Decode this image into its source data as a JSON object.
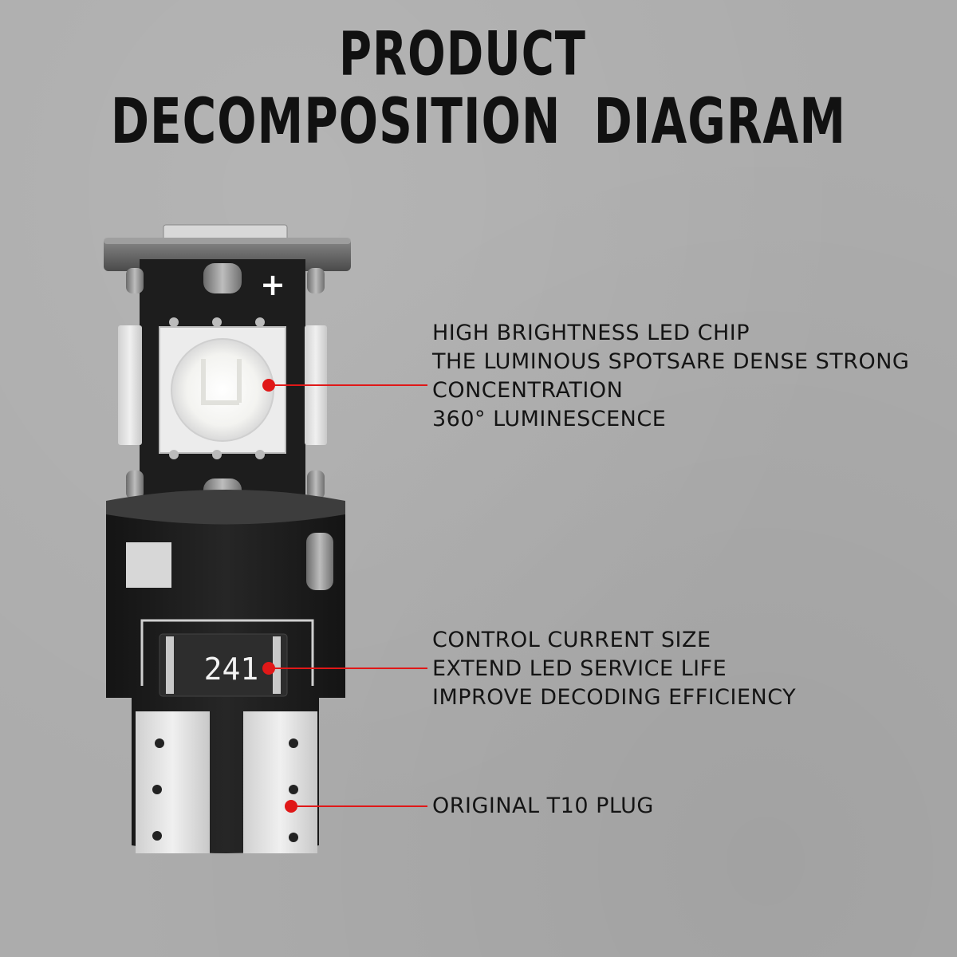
{
  "title": {
    "line1": "PRODUCT",
    "line2": "DECOMPOSITION  DIAGRAM"
  },
  "callouts": [
    {
      "lines": [
        "HIGH BRIGHTNESS LED CHIP",
        "THE LUMINOUS SPOTSARE DENSE STRONG",
        "CONCENTRATION",
        "360° LUMINESCENCE"
      ]
    },
    {
      "lines": [
        "CONTROL CURRENT SIZE",
        "EXTEND LED SERVICE LIFE",
        "IMPROVE DECODING EFFICIENCY"
      ]
    },
    {
      "lines": [
        "ORIGINAL T10 PLUG"
      ]
    }
  ],
  "product": {
    "polarity_mark": "+",
    "resistor_code": "241"
  },
  "colors": {
    "background": "#acacac",
    "pointer": "#e01818",
    "board": "#1c1c1c",
    "led": "#f4f4f4"
  }
}
